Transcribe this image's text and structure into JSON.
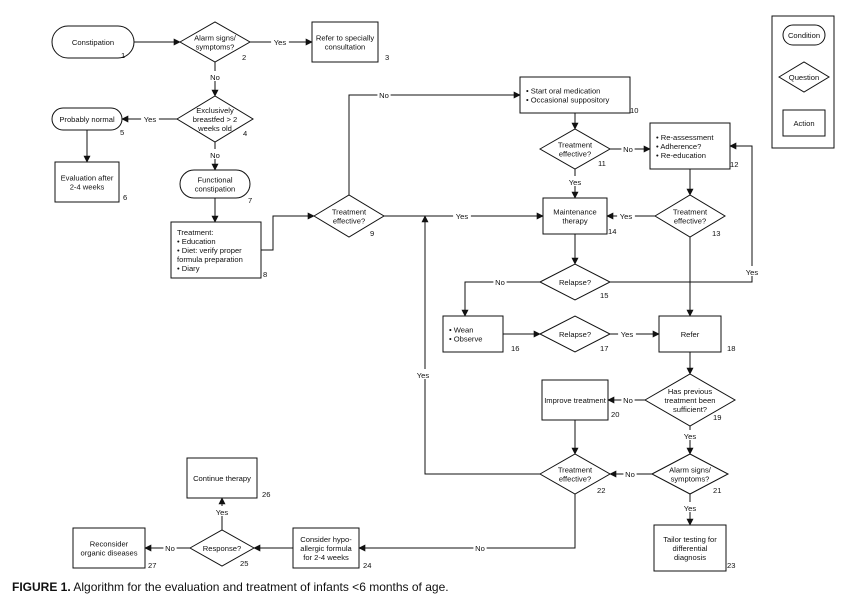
{
  "legend": {
    "condition": "Condition",
    "question": "Question",
    "action": "Action"
  },
  "nodes": [
    {
      "id": 1,
      "type": "condition",
      "number": "1",
      "lines": [
        "Constipation"
      ]
    },
    {
      "id": 2,
      "type": "question",
      "number": "2",
      "lines": [
        "Alarm signs/",
        "symptoms?"
      ]
    },
    {
      "id": 3,
      "type": "action",
      "number": "3",
      "lines": [
        "Refer to specially",
        "consultation"
      ]
    },
    {
      "id": 4,
      "type": "question",
      "number": "4",
      "lines": [
        "Exclusively",
        "breastfed > 2",
        "weeks old"
      ]
    },
    {
      "id": 5,
      "type": "condition",
      "number": "5",
      "lines": [
        "Probably normal"
      ]
    },
    {
      "id": 6,
      "type": "action",
      "number": "6",
      "lines": [
        "Evaluation after",
        "2-4 weeks"
      ]
    },
    {
      "id": 7,
      "type": "condition",
      "number": "7",
      "lines": [
        "Functional",
        "constipation"
      ]
    },
    {
      "id": 8,
      "type": "action",
      "number": "8",
      "lines": [
        "Treatment:",
        "• Education",
        "• Diet: verify proper",
        "  formula preparation",
        "• Diary"
      ]
    },
    {
      "id": 9,
      "type": "question",
      "number": "9",
      "lines": [
        "Treatment",
        "effective?"
      ]
    },
    {
      "id": 10,
      "type": "action",
      "number": "10",
      "lines": [
        "• Start oral medication",
        "• Occasional suppository"
      ]
    },
    {
      "id": 11,
      "type": "question",
      "number": "11",
      "lines": [
        "Treatment",
        "effective?"
      ]
    },
    {
      "id": 12,
      "type": "action",
      "number": "12",
      "lines": [
        "• Re-assessment",
        "• Adherence?",
        "• Re-education"
      ]
    },
    {
      "id": 13,
      "type": "question",
      "number": "13",
      "lines": [
        "Treatment",
        "effective?"
      ]
    },
    {
      "id": 14,
      "type": "action",
      "number": "14",
      "lines": [
        "Maintenance",
        "therapy"
      ]
    },
    {
      "id": 15,
      "type": "question",
      "number": "15",
      "lines": [
        "Relapse?"
      ]
    },
    {
      "id": 16,
      "type": "action",
      "number": "16",
      "lines": [
        "• Wean",
        "• Observe"
      ]
    },
    {
      "id": 17,
      "type": "question",
      "number": "17",
      "lines": [
        "Relapse?"
      ]
    },
    {
      "id": 18,
      "type": "action",
      "number": "18",
      "lines": [
        "Refer"
      ]
    },
    {
      "id": 19,
      "type": "question",
      "number": "19",
      "lines": [
        "Has previous",
        "treatment been",
        "sufficient?"
      ]
    },
    {
      "id": 20,
      "type": "action",
      "number": "20",
      "lines": [
        "Improve treatment"
      ]
    },
    {
      "id": 21,
      "type": "question",
      "number": "21",
      "lines": [
        "Alarm signs/",
        "symptoms?"
      ]
    },
    {
      "id": 22,
      "type": "question",
      "number": "22",
      "lines": [
        "Treatment",
        "effective?"
      ]
    },
    {
      "id": 23,
      "type": "action",
      "number": "23",
      "lines": [
        "Tailor testing for",
        "differential",
        "diagnosis"
      ]
    },
    {
      "id": 24,
      "type": "action",
      "number": "24",
      "lines": [
        "Consider hypo-",
        "allergic formula",
        "for 2-4 weeks"
      ]
    },
    {
      "id": 25,
      "type": "question",
      "number": "25",
      "lines": [
        "Response?"
      ]
    },
    {
      "id": 26,
      "type": "action",
      "number": "26",
      "lines": [
        "Continue therapy"
      ]
    },
    {
      "id": 27,
      "type": "action",
      "number": "27",
      "lines": [
        "Reconsider",
        "organic diseases"
      ]
    }
  ],
  "edges": [
    {
      "from": 1,
      "to": 2,
      "label": ""
    },
    {
      "from": 2,
      "to": 3,
      "label": "Yes"
    },
    {
      "from": 2,
      "to": 4,
      "label": "No"
    },
    {
      "from": 4,
      "to": 5,
      "label": "Yes"
    },
    {
      "from": 5,
      "to": 6,
      "label": ""
    },
    {
      "from": 4,
      "to": 7,
      "label": "No"
    },
    {
      "from": 7,
      "to": 8,
      "label": ""
    },
    {
      "from": 8,
      "to": 9,
      "label": ""
    },
    {
      "from": 9,
      "to": 10,
      "label": "No"
    },
    {
      "from": 9,
      "to": 14,
      "label": "Yes"
    },
    {
      "from": 10,
      "to": 11,
      "label": ""
    },
    {
      "from": 11,
      "to": 12,
      "label": "No"
    },
    {
      "from": 11,
      "to": 14,
      "label": "Yes"
    },
    {
      "from": 12,
      "to": 13,
      "label": ""
    },
    {
      "from": 13,
      "to": 14,
      "label": "Yes"
    },
    {
      "from": 13,
      "to": 18,
      "label": ""
    },
    {
      "from": 14,
      "to": 15,
      "label": ""
    },
    {
      "from": 15,
      "to": 16,
      "label": "No"
    },
    {
      "from": 15,
      "to": 12,
      "label": "Yes"
    },
    {
      "from": 16,
      "to": 17,
      "label": ""
    },
    {
      "from": 17,
      "to": 18,
      "label": "Yes"
    },
    {
      "from": 18,
      "to": 19,
      "label": ""
    },
    {
      "from": 19,
      "to": 20,
      "label": "No"
    },
    {
      "from": 19,
      "to": 21,
      "label": "Yes"
    },
    {
      "from": 20,
      "to": 22,
      "label": ""
    },
    {
      "from": 21,
      "to": 22,
      "label": "No"
    },
    {
      "from": 21,
      "to": 23,
      "label": "Yes"
    },
    {
      "from": 22,
      "to": 14,
      "label": "Yes"
    },
    {
      "from": 22,
      "to": 24,
      "label": "No"
    },
    {
      "from": 24,
      "to": 25,
      "label": ""
    },
    {
      "from": 25,
      "to": 26,
      "label": "Yes"
    },
    {
      "from": 25,
      "to": 27,
      "label": "No"
    }
  ],
  "caption": {
    "label": "FIGURE 1.",
    "text": "Algorithm for the evaluation and treatment of infants <6 months of age."
  }
}
